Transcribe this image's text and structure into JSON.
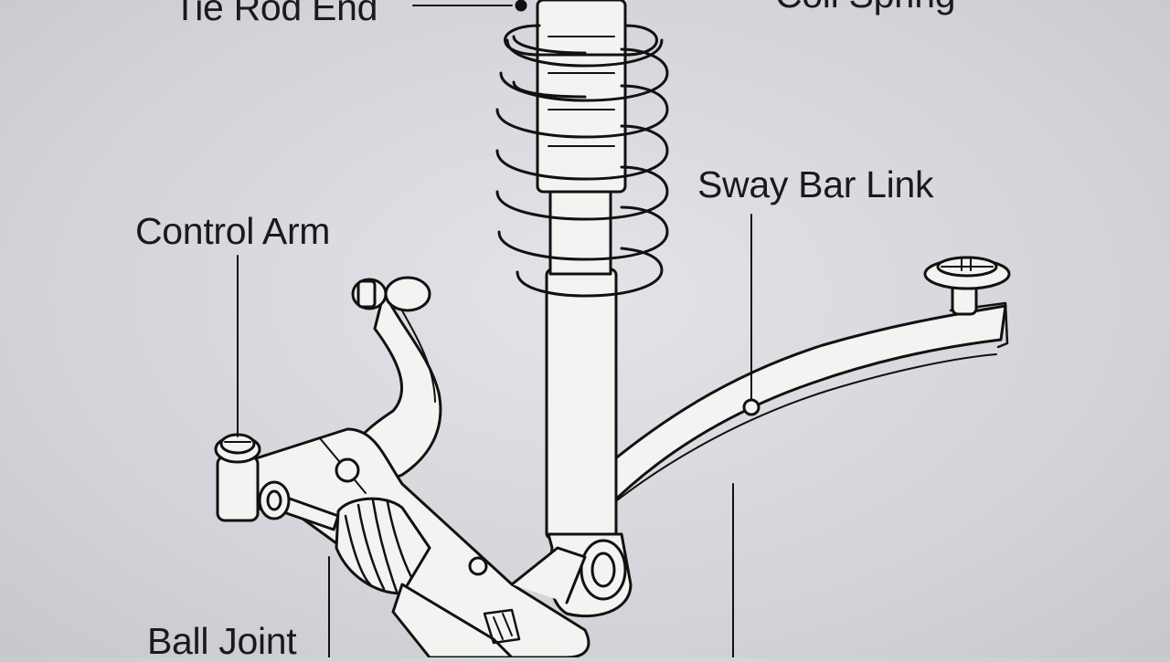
{
  "diagram": {
    "labels": {
      "tie_rod_end": "Tie Rod End",
      "coil_spring": "Coil Spring",
      "sway_bar_link": "Sway Bar Link",
      "control_arm": "Control Arm",
      "ball_joint": "Ball Joint"
    },
    "colors": {
      "background": "#d6d8dd",
      "line": "#111111",
      "part_fill": "#f3f3f1"
    }
  }
}
